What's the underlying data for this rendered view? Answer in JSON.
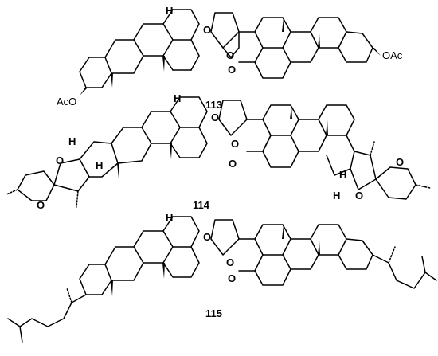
{
  "compounds": [
    {
      "id": "113",
      "substituent_left": "AcO",
      "substituent_right": "OAc"
    },
    {
      "id": "114"
    },
    {
      "id": "115"
    }
  ],
  "atoms": {
    "oxygen": "O",
    "hydrogen": "H"
  }
}
